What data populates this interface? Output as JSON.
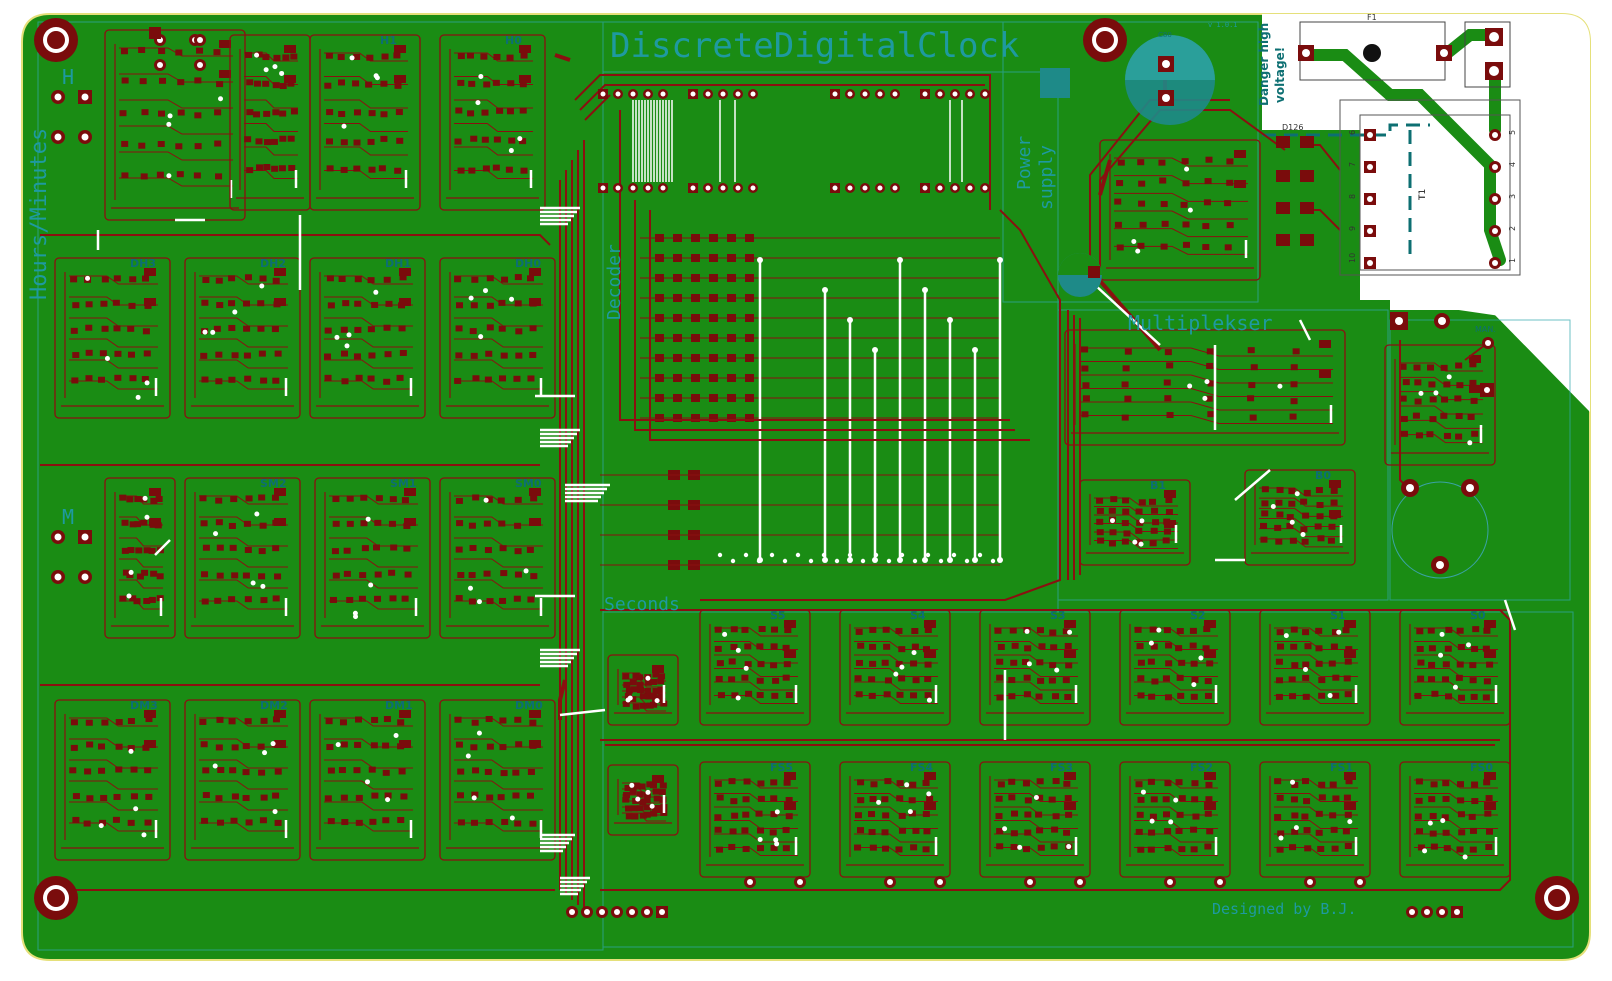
{
  "board": {
    "title": "DiscreteDigitalClock",
    "version": "v 1.0.1",
    "credit": "Designed by B.J.",
    "warning_line1": "Danger high",
    "warning_line2": "voltage!",
    "colors": {
      "copper_fill": "#1a8c14",
      "trace": "#8a1010",
      "pad_dark": "#7a0c0c",
      "via": "#ffffff",
      "silk": "#1e9aa0",
      "outline": "#e5e07a",
      "hv_zone": "#ffffff"
    }
  },
  "sections": {
    "hours_minutes": "Hours/Minutes",
    "seconds": "Seconds",
    "decoder": "Decoder",
    "power_supply_1": "Power",
    "power_supply_2": "supply",
    "multiplexer": "Multiplekser",
    "hour_switch": "H",
    "minute_switch": "M",
    "manual": "MAN."
  },
  "modules": {
    "hour_top": [
      "",
      "H1",
      "H0"
    ],
    "hour_digits": [
      "DH3",
      "DH2",
      "DH1",
      "DH0"
    ],
    "set_minutes": [
      "SM2",
      "SM1",
      "SM0"
    ],
    "minute_digits": [
      "DM3",
      "DM2",
      "DM1",
      "DM0"
    ],
    "seconds": [
      "S5",
      "S4",
      "S3",
      "S2",
      "S1",
      "S0"
    ],
    "fast_seconds": [
      "FS5",
      "FS4",
      "FS3",
      "FS2",
      "FS1",
      "FS0"
    ],
    "misc": [
      "B1",
      "B0",
      "D126",
      "T1",
      "F1",
      "C80"
    ]
  },
  "transformer_pins": [
    "6",
    "7",
    "8",
    "9",
    "10",
    "5",
    "4",
    "3",
    "2",
    "1"
  ]
}
